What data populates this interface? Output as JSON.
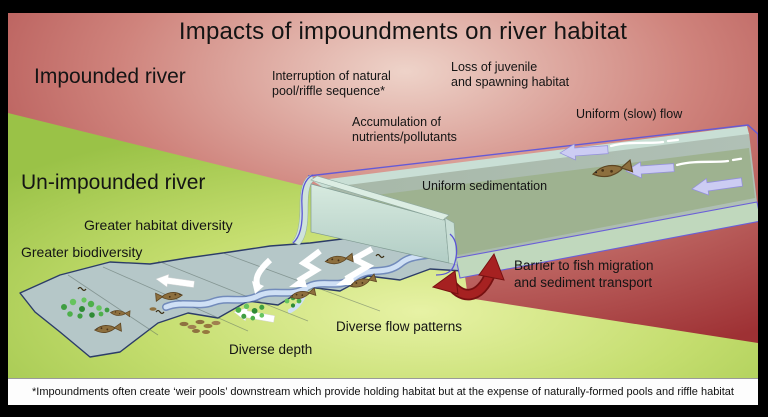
{
  "title": "Impacts of impoundments on river habitat",
  "sections": {
    "impounded_label": "Impounded river",
    "unimpounded_label": "Un-impounded river"
  },
  "impounded_impacts": {
    "interruption_l1": "Interruption of natural",
    "interruption_l2": "pool/riffle sequence*",
    "juvenile_l1": "Loss of juvenile",
    "juvenile_l2": "and spawning habitat",
    "uniform_flow": "Uniform (slow) flow",
    "accumulation_l1": "Accumulation of",
    "accumulation_l2": "nutrients/pollutants",
    "uniform_sedimentation": "Uniform sedimentation",
    "barrier_l1": "Barrier to fish migration",
    "barrier_l2": "and sediment transport"
  },
  "unimpounded_features": {
    "habitat_diversity": "Greater habitat diversity",
    "biodiversity": "Greater biodiversity",
    "diverse_depth": "Diverse depth",
    "diverse_flow": "Diverse flow patterns"
  },
  "footnote": "*Impoundments often create ‘weir pools’ downstream which provide holding habitat but at the expense of naturally-formed pools and riffle habitat",
  "colors": {
    "impounded_red": "#9e3134",
    "unimpounded_green": "#9ac247",
    "flow_arrow_lavender": "#ccccf3",
    "barrier_arrow_red": "#a62121",
    "channel_sediment": "#9db18e",
    "river_water": "#b5c7c8"
  }
}
